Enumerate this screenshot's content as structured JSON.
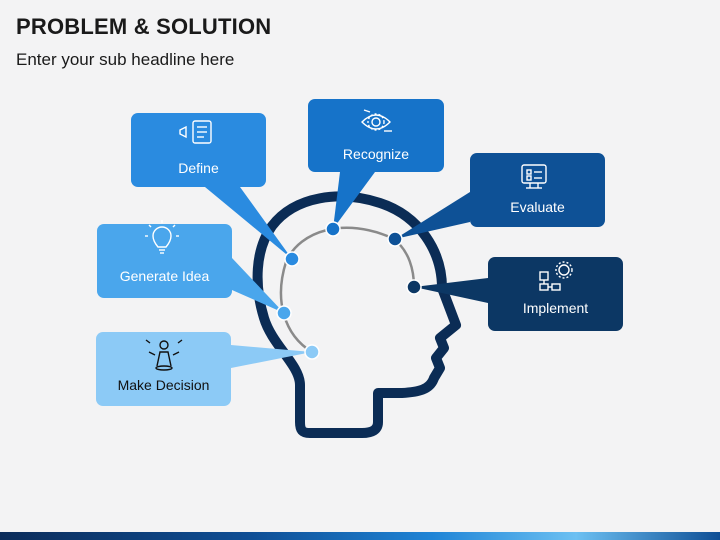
{
  "header": {
    "title": "PROBLEM & SOLUTION",
    "subtitle": "Enter your sub headline here"
  },
  "steps": [
    {
      "label": "Define",
      "icon": "checklist-megaphone-icon",
      "color": "#2a8be0"
    },
    {
      "label": "Recognize",
      "icon": "eye-gear-icon",
      "color": "#1673c9"
    },
    {
      "label": "Evaluate",
      "icon": "monitor-checklist-icon",
      "color": "#0e5196"
    },
    {
      "label": "Generate Idea",
      "icon": "lightbulb-icon",
      "color": "#4aa6ec"
    },
    {
      "label": "Implement",
      "icon": "flowchart-gear-icon",
      "color": "#0c3764"
    },
    {
      "label": "Make Decision",
      "icon": "person-arrows-icon",
      "color": "#8ccaf6"
    }
  ],
  "colors": {
    "head_outline": "#0b2c55",
    "arc": "#8a8a8a",
    "background": "#f3f3f4"
  }
}
